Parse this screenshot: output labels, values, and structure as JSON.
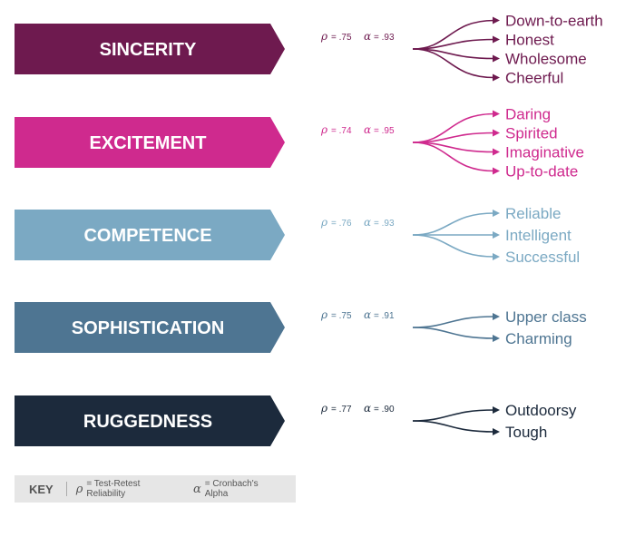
{
  "dimensions": [
    {
      "name": "SINCERITY",
      "color": "#6e1a4f",
      "rho": ".75",
      "alpha": ".93",
      "facets": [
        "Down-to-earth",
        "Honest",
        "Wholesome",
        "Cheerful"
      ]
    },
    {
      "name": "EXCITEMENT",
      "color": "#cf2a8e",
      "rho": ".74",
      "alpha": ".95",
      "facets": [
        "Daring",
        "Spirited",
        "Imaginative",
        "Up-to-date"
      ]
    },
    {
      "name": "COMPETENCE",
      "color": "#7ba9c3",
      "rho": ".76",
      "alpha": ".93",
      "facets": [
        "Reliable",
        "Intelligent",
        "Successful"
      ]
    },
    {
      "name": "SOPHISTICATION",
      "color": "#4e7592",
      "rho": ".75",
      "alpha": ".91",
      "facets": [
        "Upper class",
        "Charming"
      ]
    },
    {
      "name": "RUGGEDNESS",
      "color": "#1c2a3c",
      "rho": ".77",
      "alpha": ".90",
      "facets": [
        "Outdoorsy",
        "Tough"
      ]
    }
  ],
  "symbols": {
    "rho": "ρ",
    "alpha": "α"
  },
  "key": {
    "title": "KEY",
    "rho_symbol": "ρ",
    "rho_desc": "= Test-Retest Reliability",
    "alpha_symbol": "α",
    "alpha_desc": "= Cronbach's Alpha"
  }
}
